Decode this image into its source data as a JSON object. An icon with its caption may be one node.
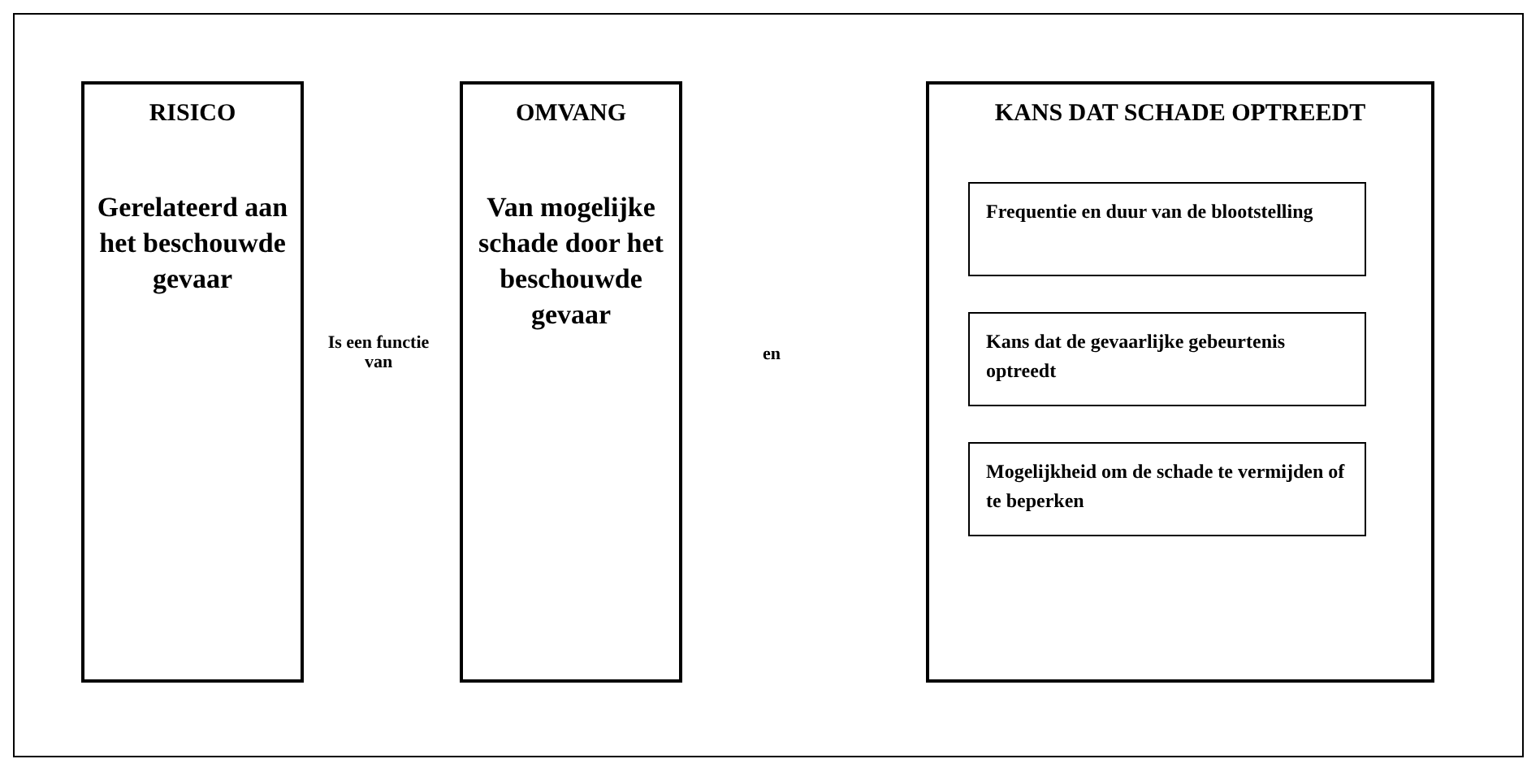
{
  "diagram": {
    "nodes": [
      {
        "text": [
          "RISICO",
          "Gerelateerd aan het beschouwde gevaar"
        ]
      },
      {
        "text": [
          "OMVANG",
          "Van mogelijke schade door het beschouwde gevaar"
        ]
      },
      {
        "text": [
          "KANS DAT SCHADE OPTREEDT"
        ]
      },
      {
        "text": [
          "Frequentie en duur van de blootstelling"
        ],
        "in": 2
      },
      {
        "text": [
          "Kans dat de gevaarlijke gebeurtenis optreedt"
        ],
        "in": 2
      },
      {
        "text": [
          "Mogelijkheid om de schade te vermijden of te beperken"
        ],
        "in": 2
      }
    ],
    "edges": [],
    "labels": [
      "Is een functie van",
      "en"
    ]
  }
}
